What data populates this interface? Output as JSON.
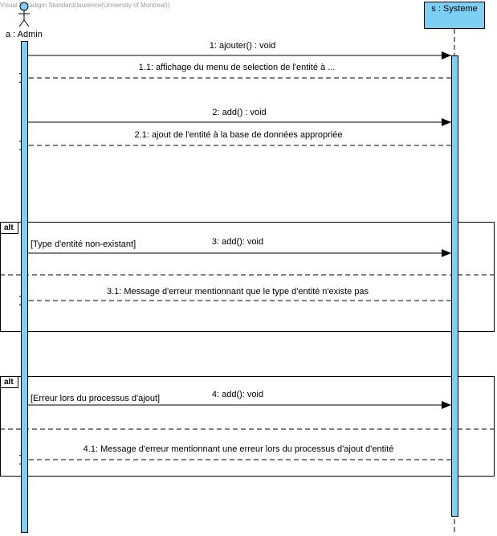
{
  "watermark": "Visual Paradigm Standard(laurence(University of Montreal))",
  "lifelines": {
    "admin": {
      "label": "a : Admin",
      "type": "actor"
    },
    "systeme": {
      "label": "s : Systeme",
      "type": "object"
    }
  },
  "messages": [
    {
      "id": "m1",
      "label": "1: ajouter() : void",
      "kind": "call"
    },
    {
      "id": "m1_1",
      "label": "1.1: affichage du menu de selection de l'entité à ...",
      "kind": "return"
    },
    {
      "id": "m2",
      "label": "2: add() : void",
      "kind": "call"
    },
    {
      "id": "m2_1",
      "label": "2.1: ajout de l'entité à la base de données appropriée",
      "kind": "return"
    },
    {
      "id": "m3",
      "label": "3: add(): void",
      "kind": "call"
    },
    {
      "id": "m3_1",
      "label": "3.1: Message d'erreur mentionnant que le type d'entité n'existe pas",
      "kind": "return"
    },
    {
      "id": "m4",
      "label": "4: add(): void",
      "kind": "call"
    },
    {
      "id": "m4_1",
      "label": "4.1: Message d'erreur mentionnant une erreur lors du processus d'ajout d'entité",
      "kind": "return"
    }
  ],
  "fragments": [
    {
      "operator": "alt",
      "guard": "[Type d'entité non-existant]"
    },
    {
      "operator": "alt",
      "guard": "[Erreur lors du processus d'ajout]"
    }
  ],
  "colors": {
    "activation": "#7ecff4",
    "line": "#000000"
  }
}
